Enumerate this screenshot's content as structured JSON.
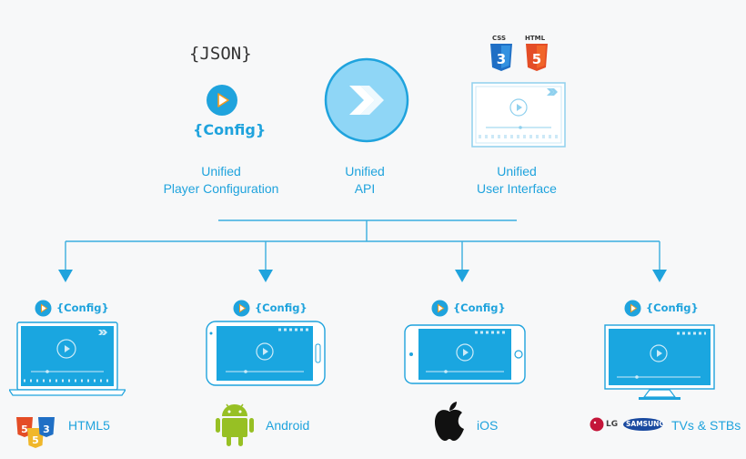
{
  "top": {
    "json_label": "{JSON}",
    "config_label": "{Config}",
    "captions": {
      "config": [
        "Unified",
        "Player Configuration"
      ],
      "api": [
        "Unified",
        "API"
      ],
      "ui": [
        "Unified",
        "User Interface"
      ]
    },
    "badges": {
      "css": "CSS",
      "html": "HTML",
      "css_num": "3",
      "html_num": "5"
    }
  },
  "platforms": [
    {
      "config_label": "{Config}",
      "label": "HTML5",
      "device": "laptop"
    },
    {
      "config_label": "{Config}",
      "label": "Android",
      "device": "android-phone"
    },
    {
      "config_label": "{Config}",
      "label": "iOS",
      "device": "iphone"
    },
    {
      "config_label": "{Config}",
      "label": "TVs & STBs",
      "device": "tv"
    }
  ],
  "brands": {
    "lg": "LG",
    "samsung": "SAMSUNG"
  },
  "colors": {
    "accent": "#1fa3dd",
    "screen": "#1aa6e0",
    "line": "#3aaedf"
  }
}
